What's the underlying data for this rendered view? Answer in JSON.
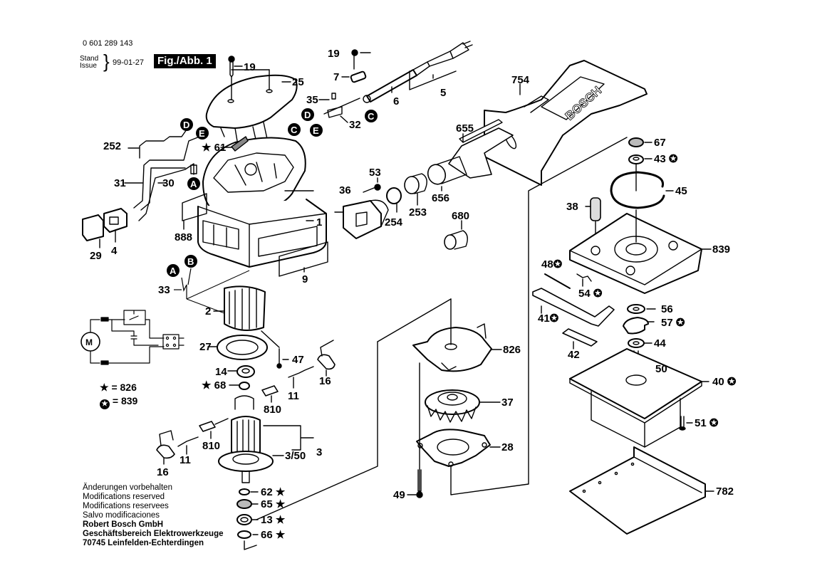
{
  "header": {
    "document_number": "0 601 289 143",
    "stand_label": "Stand",
    "issue_label": "Issue",
    "issue_date": "99-01-27",
    "figure_label": "Fig./Abb. 1"
  },
  "legend": {
    "star_filled": {
      "symbol": "★",
      "equals": "= 826"
    },
    "star_circled": {
      "symbol": "✪",
      "equals": "= 839"
    }
  },
  "notes": {
    "lines": [
      "Änderungen vorbehalten",
      "Modifications reserved",
      "Modifications reservees",
      "Salvo modificaciones"
    ],
    "company": [
      "Robert Bosch GmbH",
      "Geschäftsbereich Elektrowerkzeuge",
      "70745 Leinfelden-Echterdingen"
    ]
  },
  "brand_on_bag": "BOSCH",
  "connector_markers": [
    "A",
    "B",
    "C",
    "D",
    "E"
  ],
  "motor_symbol": "M",
  "parts": [
    {
      "id": "p19a",
      "label": "19"
    },
    {
      "id": "p25",
      "label": "25"
    },
    {
      "id": "p19b",
      "label": "19"
    },
    {
      "id": "p7",
      "label": "7"
    },
    {
      "id": "p35",
      "label": "35"
    },
    {
      "id": "p32",
      "label": "32"
    },
    {
      "id": "p6",
      "label": "6"
    },
    {
      "id": "p5",
      "label": "5"
    },
    {
      "id": "p754",
      "label": "754"
    },
    {
      "id": "p655",
      "label": "655"
    },
    {
      "id": "p656",
      "label": "656"
    },
    {
      "id": "p252",
      "label": "252"
    },
    {
      "id": "p61",
      "label": "★ 61"
    },
    {
      "id": "p31",
      "label": "31"
    },
    {
      "id": "p30",
      "label": "30"
    },
    {
      "id": "p888",
      "label": "888"
    },
    {
      "id": "p29",
      "label": "29"
    },
    {
      "id": "p4",
      "label": "4"
    },
    {
      "id": "p1",
      "label": "1"
    },
    {
      "id": "p9",
      "label": "9"
    },
    {
      "id": "p53",
      "label": "53"
    },
    {
      "id": "p36",
      "label": "36"
    },
    {
      "id": "p253",
      "label": "253"
    },
    {
      "id": "p254",
      "label": "254"
    },
    {
      "id": "p680",
      "label": "680"
    },
    {
      "id": "p33",
      "label": "33"
    },
    {
      "id": "p2",
      "label": "2"
    },
    {
      "id": "p27",
      "label": "27"
    },
    {
      "id": "p47",
      "label": "47"
    },
    {
      "id": "p14",
      "label": "14"
    },
    {
      "id": "p68",
      "label": "★ 68"
    },
    {
      "id": "p16a",
      "label": "16"
    },
    {
      "id": "p11a",
      "label": "11"
    },
    {
      "id": "p810a",
      "label": "810"
    },
    {
      "id": "p810b",
      "label": "810"
    },
    {
      "id": "p11b",
      "label": "11"
    },
    {
      "id": "p16b",
      "label": "16"
    },
    {
      "id": "p3",
      "label": "3"
    },
    {
      "id": "p350",
      "label": "3/50"
    },
    {
      "id": "p62",
      "label": "62 ★"
    },
    {
      "id": "p65",
      "label": "65 ★"
    },
    {
      "id": "p13",
      "label": "13 ★"
    },
    {
      "id": "p66",
      "label": "66 ★"
    },
    {
      "id": "p826",
      "label": "826"
    },
    {
      "id": "p37",
      "label": "37"
    },
    {
      "id": "p28",
      "label": "28"
    },
    {
      "id": "p49",
      "label": "49"
    },
    {
      "id": "p67",
      "label": "67"
    },
    {
      "id": "p43",
      "label": "43 ✪"
    },
    {
      "id": "p45",
      "label": "45"
    },
    {
      "id": "p38",
      "label": "38"
    },
    {
      "id": "p839",
      "label": "839"
    },
    {
      "id": "p48",
      "label": "48✪"
    },
    {
      "id": "p54",
      "label": "54 ✪"
    },
    {
      "id": "p41",
      "label": "41✪"
    },
    {
      "id": "p56",
      "label": "56"
    },
    {
      "id": "p57",
      "label": "57 ✪"
    },
    {
      "id": "p42",
      "label": "42"
    },
    {
      "id": "p44",
      "label": "44"
    },
    {
      "id": "p50",
      "label": "50"
    },
    {
      "id": "p40",
      "label": "40 ✪"
    },
    {
      "id": "p51",
      "label": "51 ✪"
    },
    {
      "id": "p782",
      "label": "782"
    }
  ]
}
